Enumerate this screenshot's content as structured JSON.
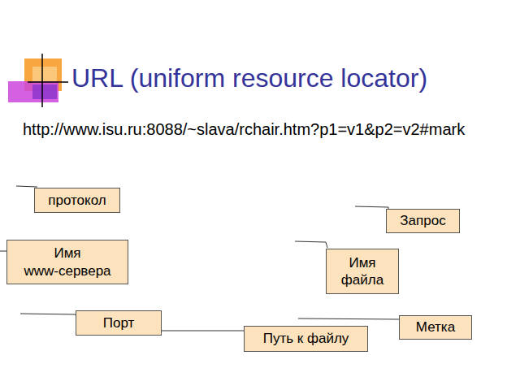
{
  "diagram": {
    "title": "URL (uniform resource locator)",
    "nodes": [
      {
        "text": [
          "протокол"
        ]
      },
      {
        "text": [
          "Запрос"
        ]
      },
      {
        "text": [
          "Имя www-сервера"
        ]
      },
      {
        "text": [
          "Имя файла"
        ]
      },
      {
        "text": [
          "Порт"
        ]
      },
      {
        "text": [
          "Метка"
        ]
      },
      {
        "text": [
          "Путь к файлу"
        ]
      }
    ],
    "edges": [
      {
        "from": 4,
        "to": 6,
        "arrow": "none"
      }
    ],
    "labels": [
      "http://www.isu.ru:8088/~slava/rchair.htm?p1=v1&p2=v2#mark"
    ]
  }
}
